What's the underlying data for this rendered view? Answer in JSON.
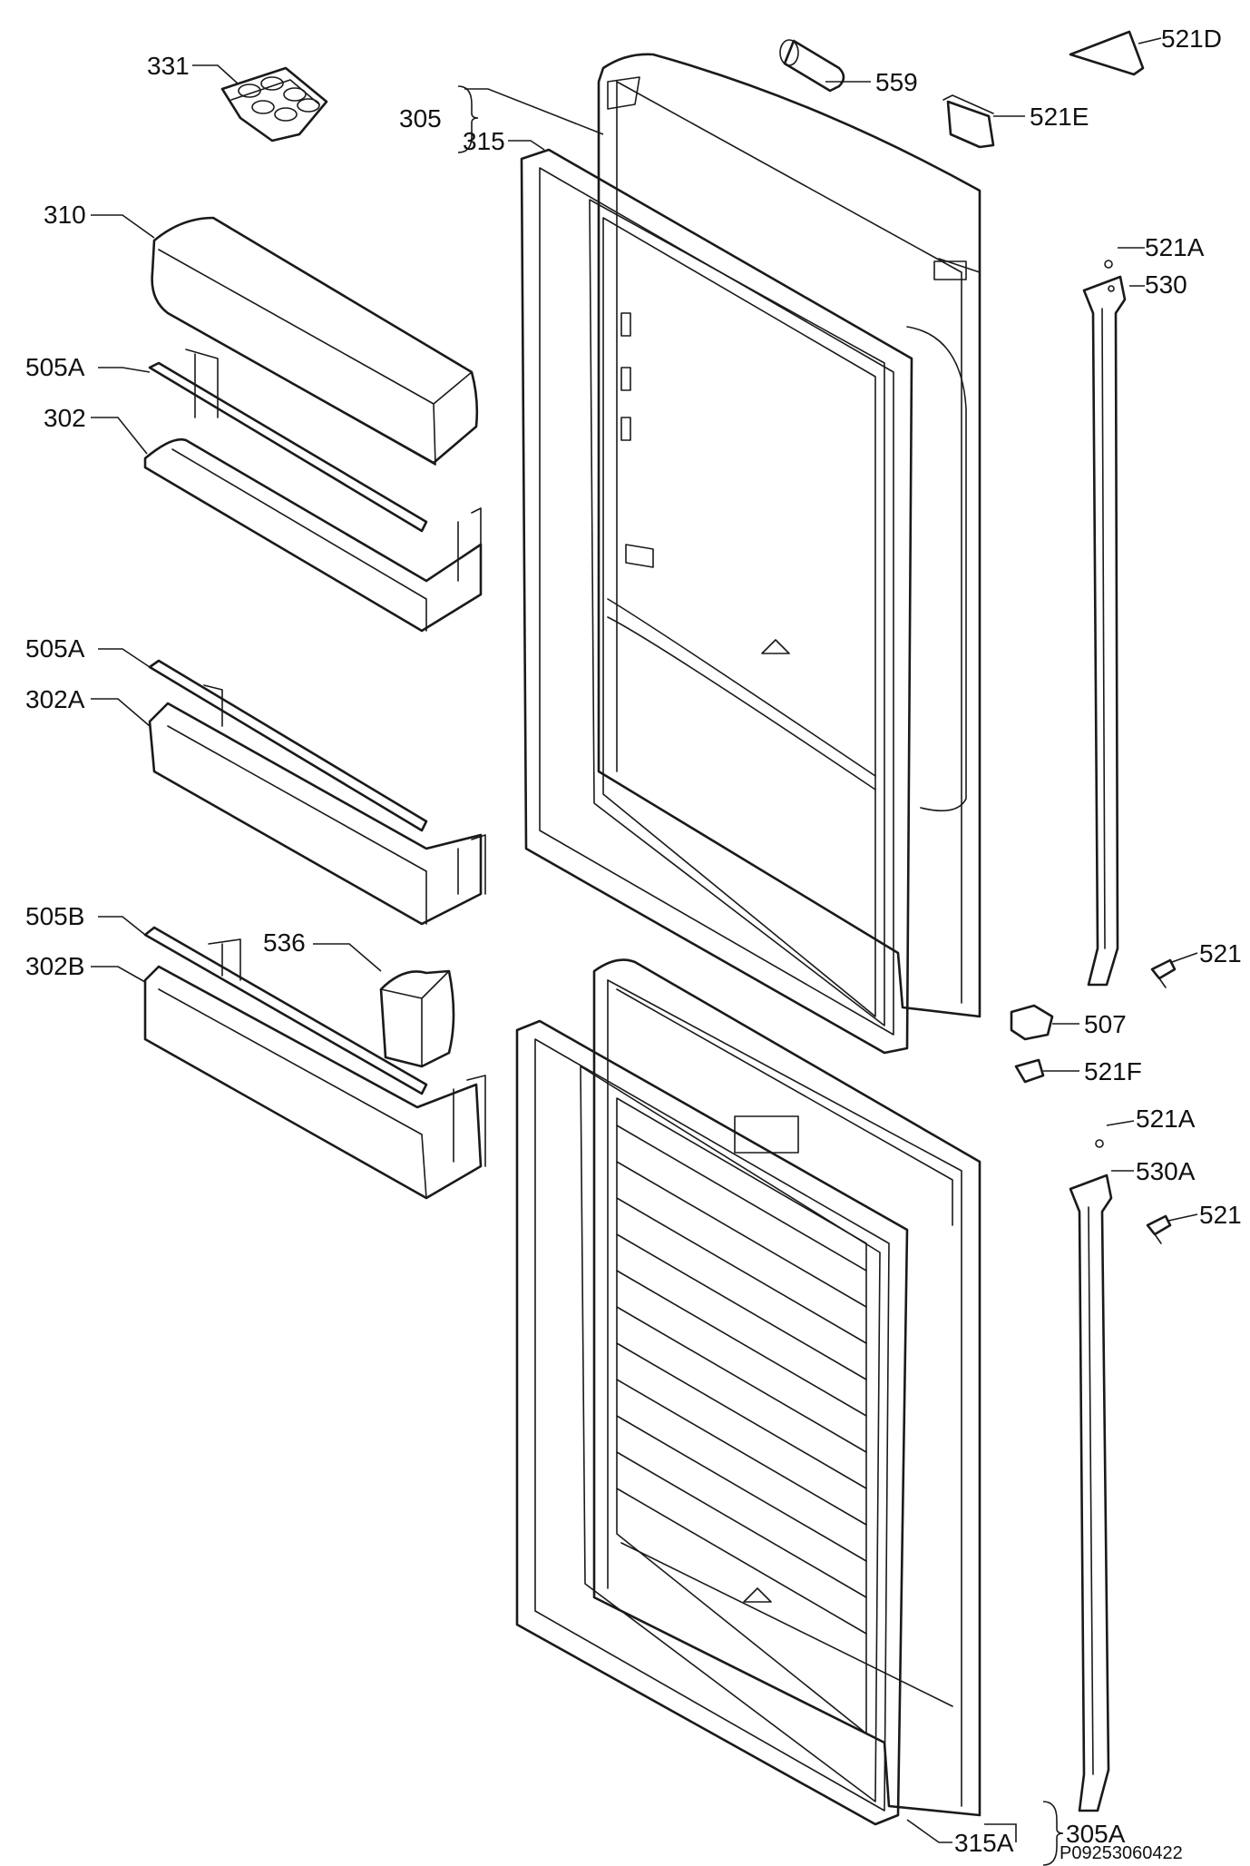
{
  "labels": {
    "l331": "331",
    "l310": "310",
    "l505a_1": "505A",
    "l302": "302",
    "l505a_2": "505A",
    "l302a": "302A",
    "l505b": "505B",
    "l536": "536",
    "l302b": "302B",
    "l305": "305",
    "l315": "315",
    "l559": "559",
    "l521d": "521D",
    "l521e": "521E",
    "l521a_1": "521A",
    "l530": "530",
    "l521_1": "521",
    "l507": "507",
    "l521f": "521F",
    "l521a_2": "521A",
    "l530a": "530A",
    "l521_2": "521",
    "l315a": "315A",
    "l305a": "305A"
  },
  "drawing_code": "P09253060422"
}
